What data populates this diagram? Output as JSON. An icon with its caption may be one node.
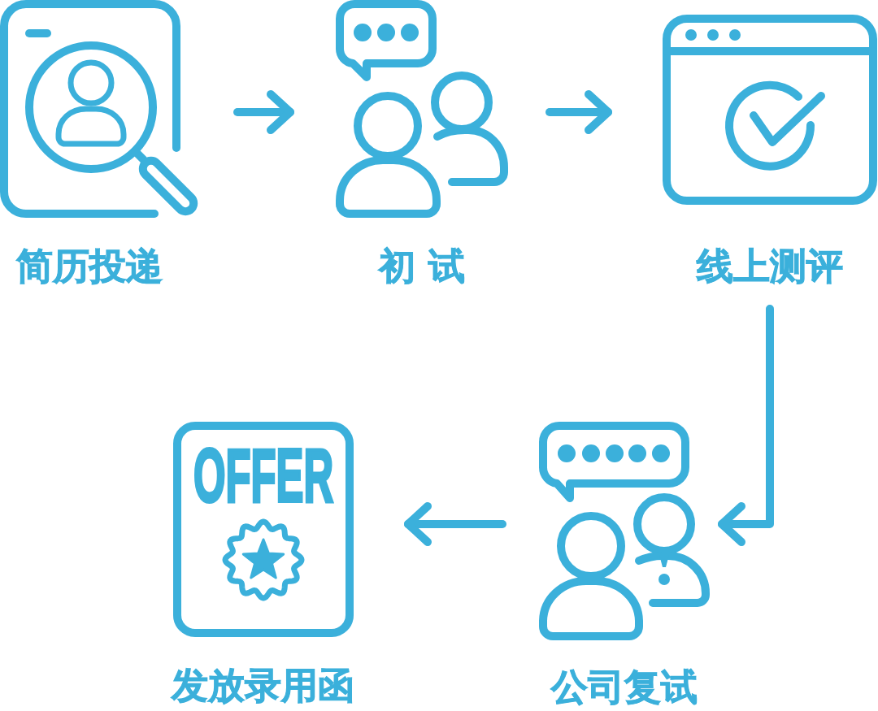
{
  "diagram": {
    "nodes": [
      {
        "text": [
          "简历投递"
        ]
      },
      {
        "text": [
          "初 试"
        ]
      },
      {
        "text": [
          "线上测评"
        ]
      },
      {
        "text": [
          "公司复试"
        ]
      },
      {
        "text": [
          "OFFER",
          "发放录用函"
        ]
      }
    ],
    "edges": [
      {
        "from": 0,
        "to": 1,
        "arrow": "to"
      },
      {
        "from": 1,
        "to": 2,
        "arrow": "to"
      },
      {
        "from": 2,
        "to": 3,
        "arrow": "to"
      },
      {
        "from": 3,
        "to": 4,
        "arrow": "to"
      }
    ]
  }
}
